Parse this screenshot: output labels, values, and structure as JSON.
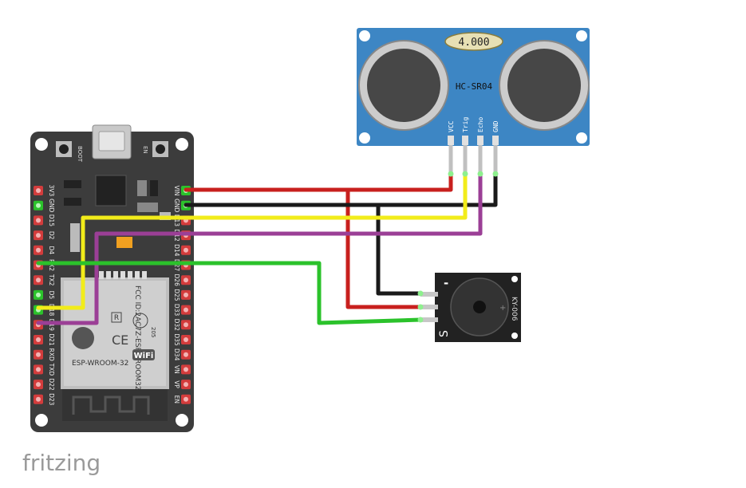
{
  "esp32": {
    "buttons": {
      "boot": "BOOT",
      "en": "EN"
    },
    "left_pins": [
      "3V3",
      "GND",
      "D15",
      "D2",
      "D4",
      "RX2",
      "TX2",
      "D5",
      "D18",
      "D19",
      "D21",
      "RXD",
      "TXD",
      "D22",
      "D23"
    ],
    "right_pins": [
      "VIN",
      "GND",
      "D13",
      "D12",
      "D14",
      "D27",
      "D26",
      "D25",
      "D33",
      "D32",
      "D35",
      "D34",
      "VN",
      "VP",
      "EN"
    ],
    "module": {
      "fcc": "FCC ID:2AC7Z-ESPWROOM32",
      "model": "ESP-WROOM-32",
      "wifi": "WiFi",
      "ce": "CE",
      "r": "R",
      "code": "205"
    }
  },
  "sensor": {
    "display": "4.000",
    "name": "HC-SR04",
    "pins": [
      "VCC",
      "Trig",
      "Echo",
      "GND"
    ]
  },
  "buzzer": {
    "name": "KY-006",
    "minus": "-",
    "s": "S"
  },
  "brand": "fritzing",
  "colors": {
    "red": "#c8201e",
    "black": "#1a1a1a",
    "yellow": "#f2ec1a",
    "purple": "#9b3f96",
    "green": "#2bc22b",
    "board": "#3c3c3c",
    "sensor": "#3d86c4"
  }
}
